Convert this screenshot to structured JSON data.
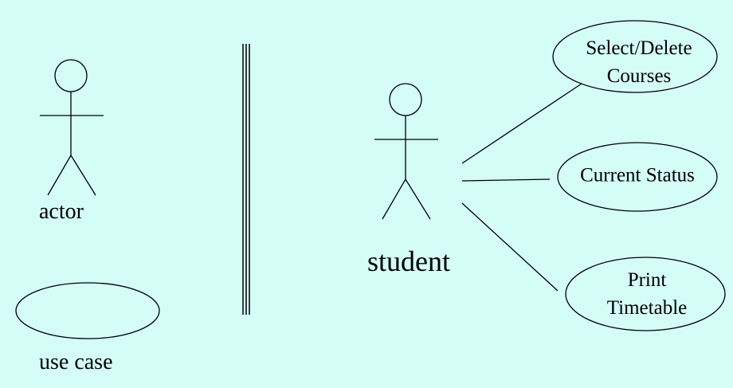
{
  "legend": {
    "actor_label": "actor",
    "use_case_label": "use case"
  },
  "actor": {
    "name": "student"
  },
  "use_cases": [
    {
      "lines": [
        "Select/Delete",
        "Courses"
      ]
    },
    {
      "lines": [
        "Current Status"
      ]
    },
    {
      "lines": [
        "Print",
        "Timetable"
      ]
    }
  ],
  "colors": {
    "background": "#d4fdf8",
    "stroke": "#000000"
  }
}
